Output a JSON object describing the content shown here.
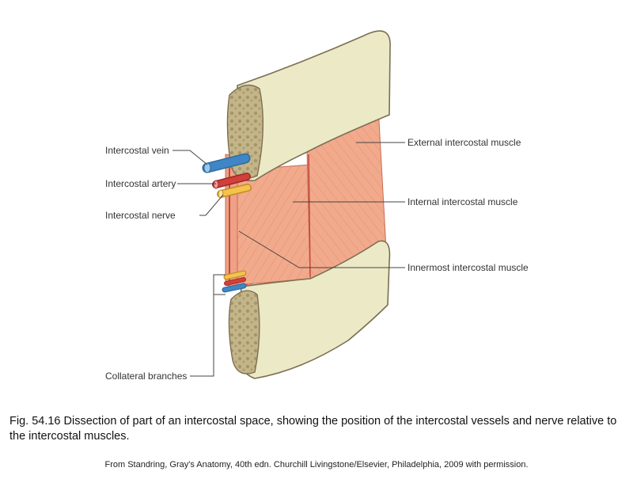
{
  "labels": {
    "intercostal_vein": "Intercostal vein",
    "intercostal_artery": "Intercostal artery",
    "intercostal_nerve": "Intercostal nerve",
    "collateral_branches": "Collateral branches",
    "external_intercostal_muscle": "External intercostal muscle",
    "internal_intercostal_muscle": "Internal intercostal muscle",
    "innermost_intercostal_muscle": "Innermost intercostal muscle"
  },
  "caption": "Fig. 54.16 Dissection of part of an intercostal space, showing the position of the intercostal vessels and nerve relative to the intercostal muscles.",
  "credit": "From Standring, Gray's Anatomy, 40th edn. Churchill Livingstone/Elsevier, Philadelphia, 2009 with permission.",
  "colors": {
    "bone": "#ece9c7",
    "bone_outline": "#7c6f52",
    "marrow": "#c4b589",
    "muscle": "#f2aa8c",
    "muscle_fibre": "#d9775c",
    "vein": "#3f86c6",
    "artery": "#d2403c",
    "nerve": "#f4c34e"
  }
}
